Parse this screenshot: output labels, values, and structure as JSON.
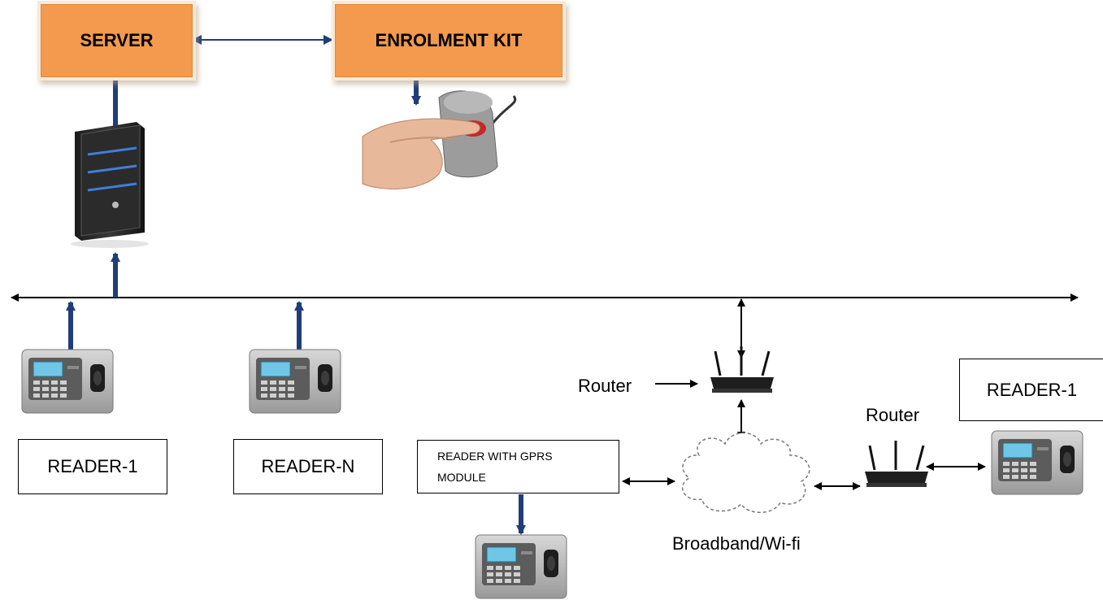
{
  "diagram": {
    "server_box": "SERVER",
    "enrolment_box": "ENROLMENT KIT",
    "reader_1_box": "READER-1",
    "reader_n_box": "READER-N",
    "reader_gprs_box_line1": "READER WITH GPRS",
    "reader_gprs_box_line2": "MODULE",
    "router_left_label": "Router",
    "router_right_label": "Router",
    "reader_1_right_box": "READER-1",
    "cloud_label": "Broadband/Wi-fi"
  }
}
